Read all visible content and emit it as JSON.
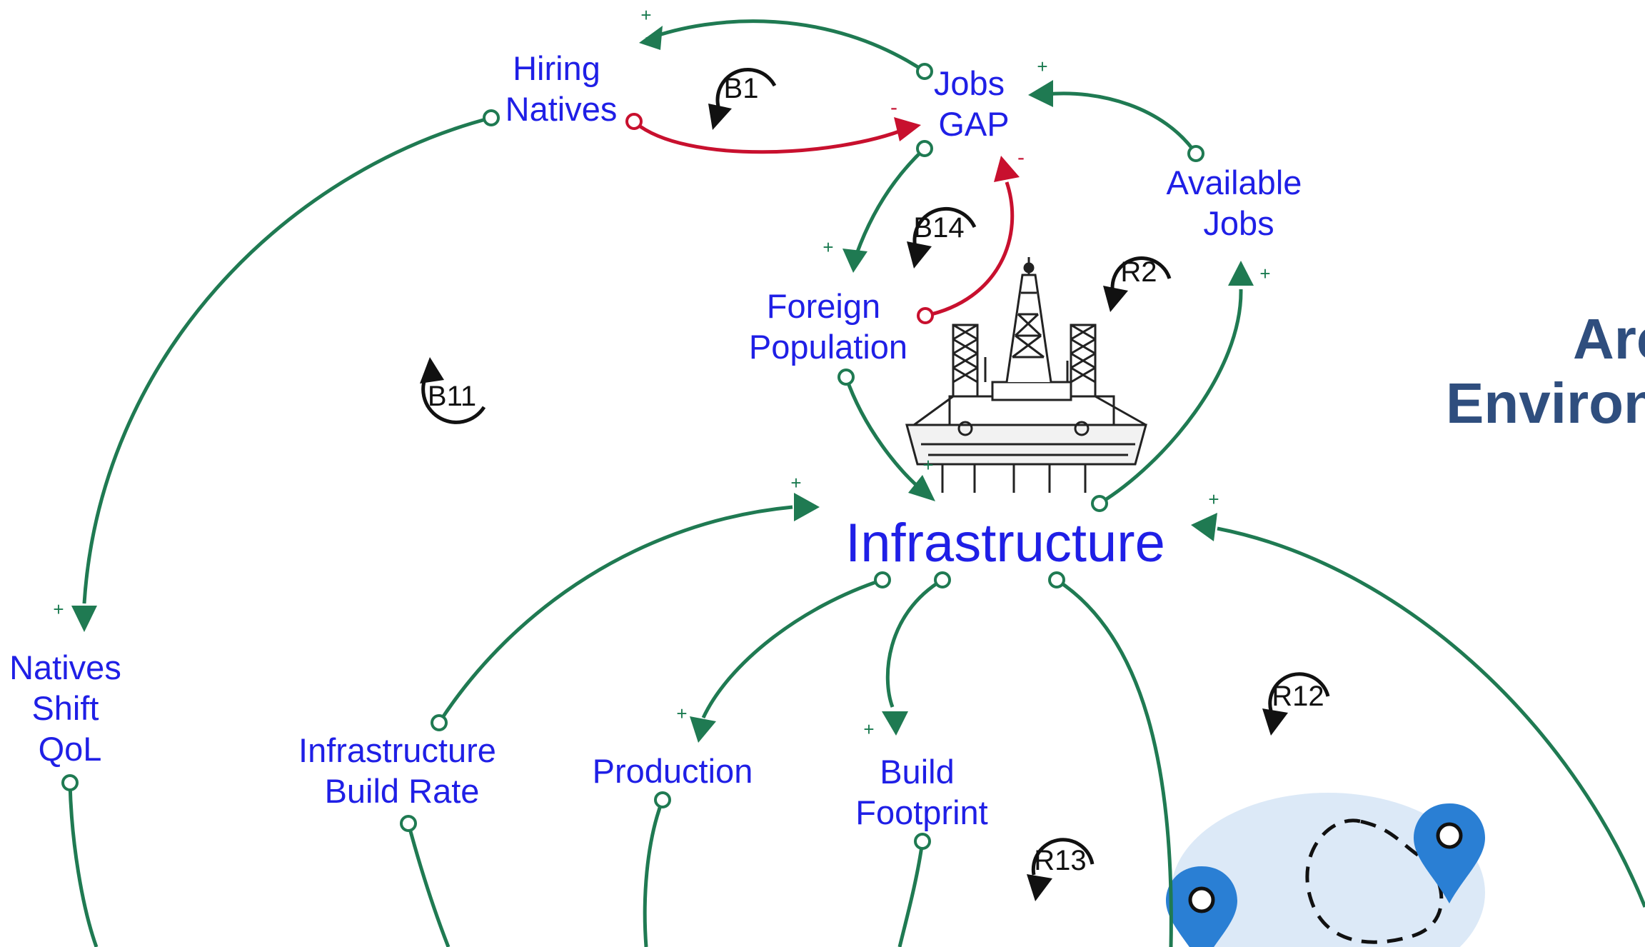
{
  "variables": {
    "hiring_natives": [
      "Hiring",
      "Natives"
    ],
    "jobs_gap": [
      "Jobs",
      "GAP"
    ],
    "available_jobs": [
      "Available",
      "Jobs"
    ],
    "foreign_population": [
      "Foreign",
      "Population"
    ],
    "infrastructure": "Infrastructure",
    "natives_shift_qol": [
      "Natives",
      "Shift",
      "QoL"
    ],
    "infrastructure_build_rate": [
      "Infrastructure",
      "Build Rate"
    ],
    "production": "Production",
    "build_footprint": [
      "Build",
      "Footprint"
    ]
  },
  "loops": {
    "b1": "B1",
    "b14": "B14",
    "r2": "R2",
    "b11": "B11",
    "r12": "R12",
    "r13": "R13"
  },
  "polarity": {
    "positive": "+",
    "negative": "-"
  },
  "side_title": [
    "Arc",
    "Environ"
  ],
  "colors": {
    "positive_link": "#1f7a52",
    "negative_link": "#c8102e",
    "variable_text": "#1f1fe6",
    "loop_marker": "#111111",
    "side_title": "#2f4e7e",
    "map_blob": "#dce9f7",
    "map_pin": "#2a7fd4"
  },
  "icons": [
    "oil-rig-icon",
    "map-pin-icon",
    "route-loop-icon"
  ]
}
